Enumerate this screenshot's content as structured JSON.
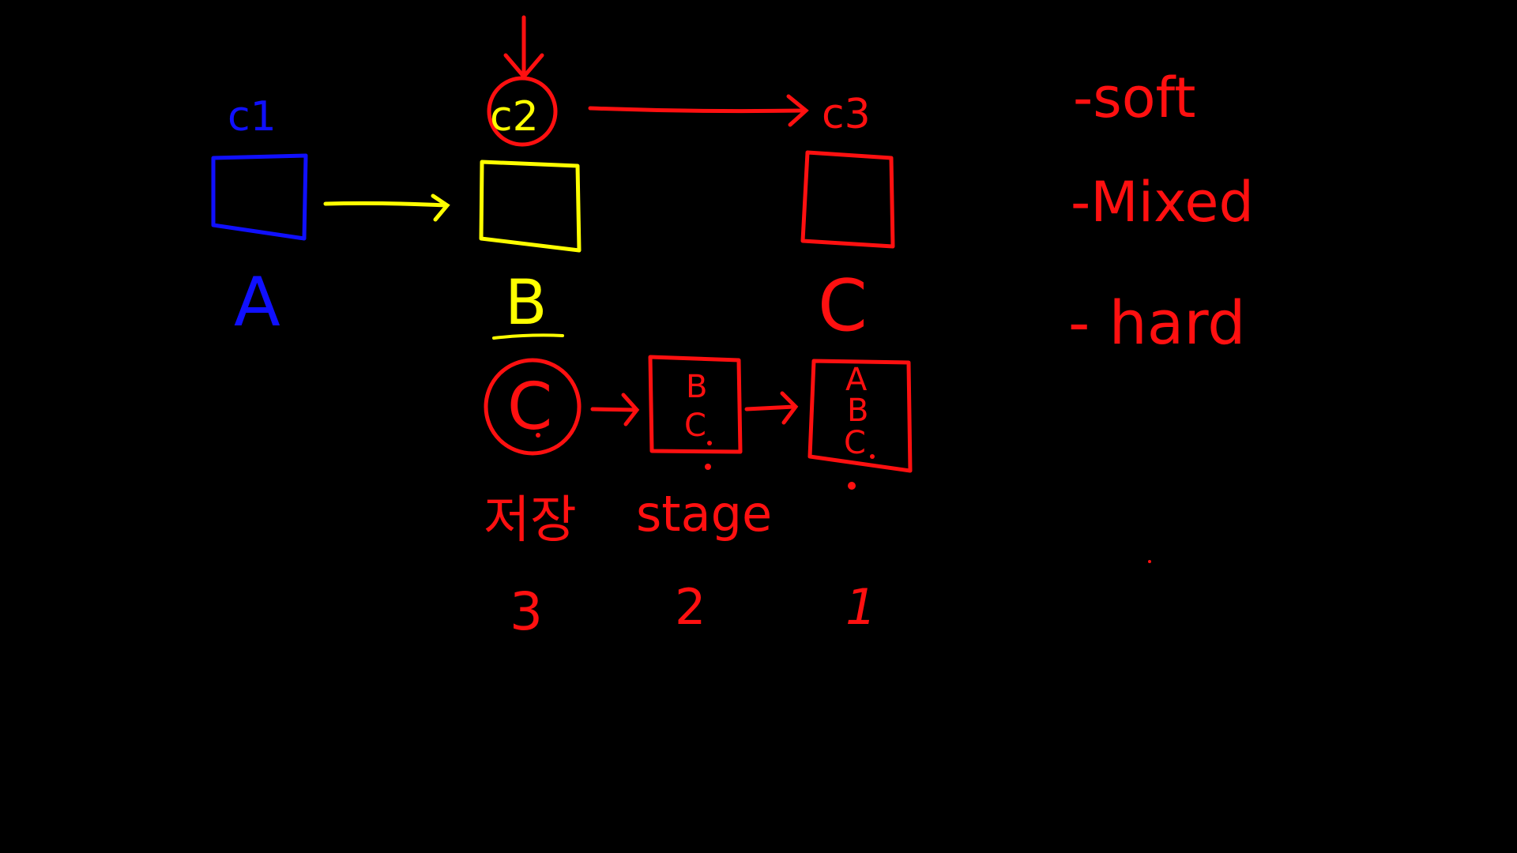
{
  "colors": {
    "background": "#000000",
    "blue": "#1010ff",
    "yellow": "#ffff00",
    "red": "#ff1010"
  },
  "commits": {
    "c1": "c1",
    "c2": "c2",
    "c3": "c3"
  },
  "boxes": {
    "a": "A",
    "b": "B",
    "c": "C"
  },
  "stages": {
    "working": {
      "letter": "C",
      "label": "저장",
      "number": "3"
    },
    "staging": {
      "line1": "B",
      "line2": "C",
      "label": "stage",
      "number": "2"
    },
    "repository": {
      "line1": "A",
      "line2": "B",
      "line3": "C",
      "number": "1"
    }
  },
  "options": [
    "-soft",
    "-Mixed",
    "- hard"
  ]
}
